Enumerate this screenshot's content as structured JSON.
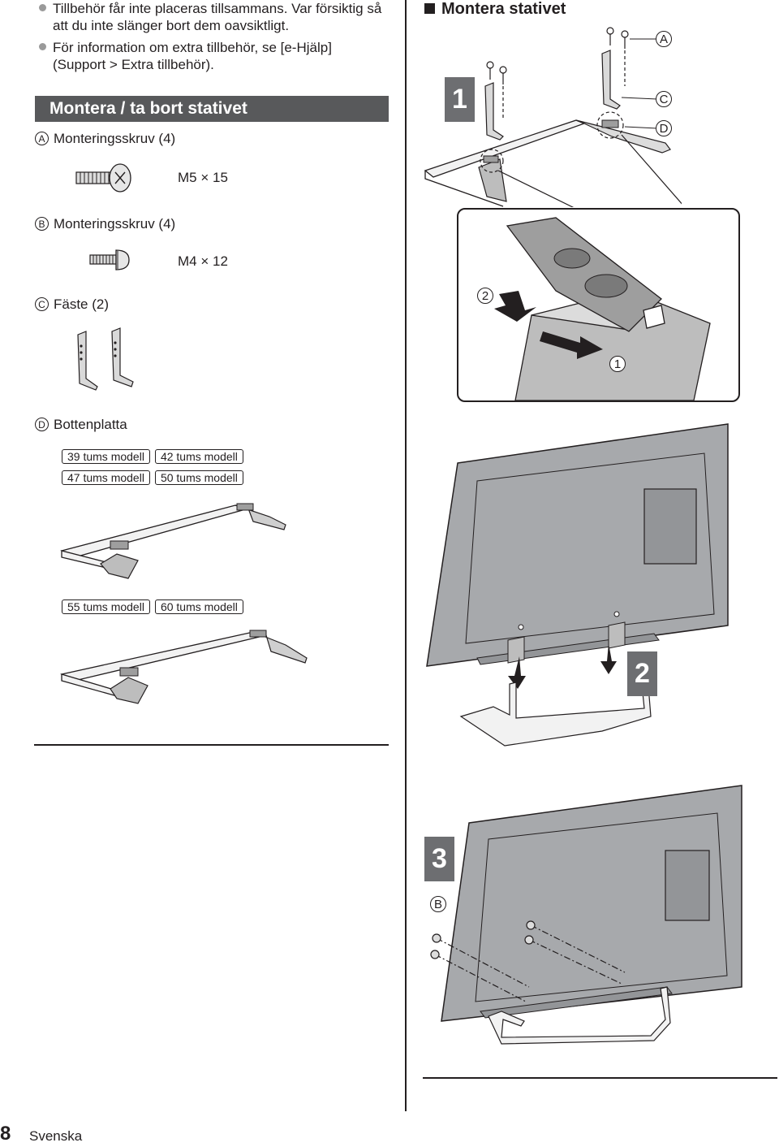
{
  "notes": [
    {
      "line1": "Tillbehör får inte placeras tillsammans. Var försiktig så",
      "line2": "att du inte slänger bort dem oavsiktligt."
    },
    {
      "line1": "För information om extra tillbehör, se [e-Hjälp]",
      "line2": "(Support > Extra tillbehör)."
    }
  ],
  "left_section": {
    "title": "Montera / ta bort stativet",
    "parts": {
      "a": {
        "letter": "A",
        "label": "Monteringsskruv (4)",
        "size": "M5 × 15"
      },
      "b": {
        "letter": "B",
        "label": "Monteringsskruv (4)",
        "size": "M4 × 12"
      },
      "c": {
        "letter": "C",
        "label": "Fäste (2)"
      },
      "d": {
        "letter": "D",
        "label": "Bottenplatta"
      }
    },
    "models_group1": [
      "39 tums modell",
      "42 tums modell",
      "47 tums modell",
      "50 tums modell"
    ],
    "models_group2": [
      "55 tums modell",
      "60 tums modell"
    ]
  },
  "right_section": {
    "title": "Montera stativet",
    "steps": [
      "1",
      "2",
      "3"
    ],
    "callouts": {
      "a": "A",
      "b": "B",
      "c": "C",
      "d": "D",
      "sub1": "1",
      "sub2": "2"
    }
  },
  "footer": {
    "page_number": "8",
    "language": "Svenska"
  }
}
